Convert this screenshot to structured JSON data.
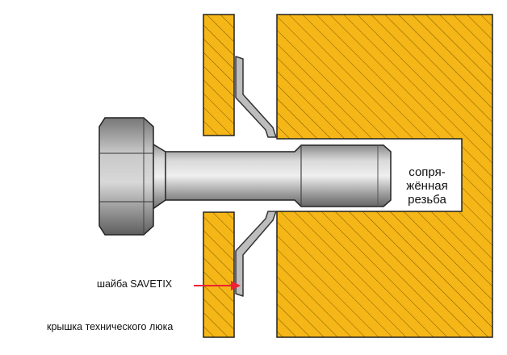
{
  "labels": {
    "thread": [
      "сопря-",
      "жённая",
      "резьба"
    ],
    "washer": "шайба SAVETIX",
    "cover": "крышка технического люка"
  },
  "colors": {
    "material": "#f5b617",
    "hatch": "#7a5a00",
    "outline": "#222222",
    "bolt_light": "#cfcfcf",
    "bolt_dark": "#6e6e6e",
    "washer": "#bdbdbd",
    "arrow": "#ee2233"
  }
}
